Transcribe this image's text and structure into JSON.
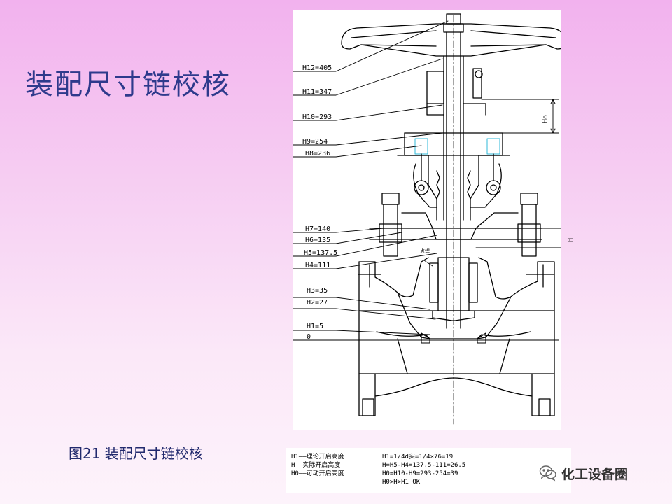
{
  "slide": {
    "title": "装配尺寸链校核",
    "caption": "图21 装配尺寸链校核"
  },
  "drawing": {
    "dimensions": {
      "h12": "H12=405",
      "h11": "H11=347",
      "h10": "H10=293",
      "h9": "H9=254",
      "h8": "H8=236",
      "h7": "H7=140",
      "h6": "H6=135",
      "h5": "H5=137.5",
      "h4": "H4=111",
      "h3": "H3=35",
      "h2": "H2=27",
      "h1": "H1=5",
      "h0": "0"
    },
    "side_dims": {
      "ho": "Ho",
      "h": "H"
    },
    "weld_note": "点焊"
  },
  "legend": {
    "left": [
      "H1——理论开启高度",
      "H——实际开启高度",
      "H0——可动开启高度"
    ],
    "right": [
      "H1=1/4d实=1/4×76=19",
      "H=H5-H4=137.5-111=26.5",
      "H0=H10-H9=293-254=39",
      "H0>H>H1  OK"
    ]
  },
  "watermark": {
    "icon": "wechat-icon",
    "text": "化工设备圈"
  },
  "colors": {
    "title": "#2e3a8c",
    "caption": "#222a6e",
    "background_top": "#f2b2ee",
    "background_bottom": "#fdf3fb",
    "bolt_highlight": "#2fb8d8"
  }
}
